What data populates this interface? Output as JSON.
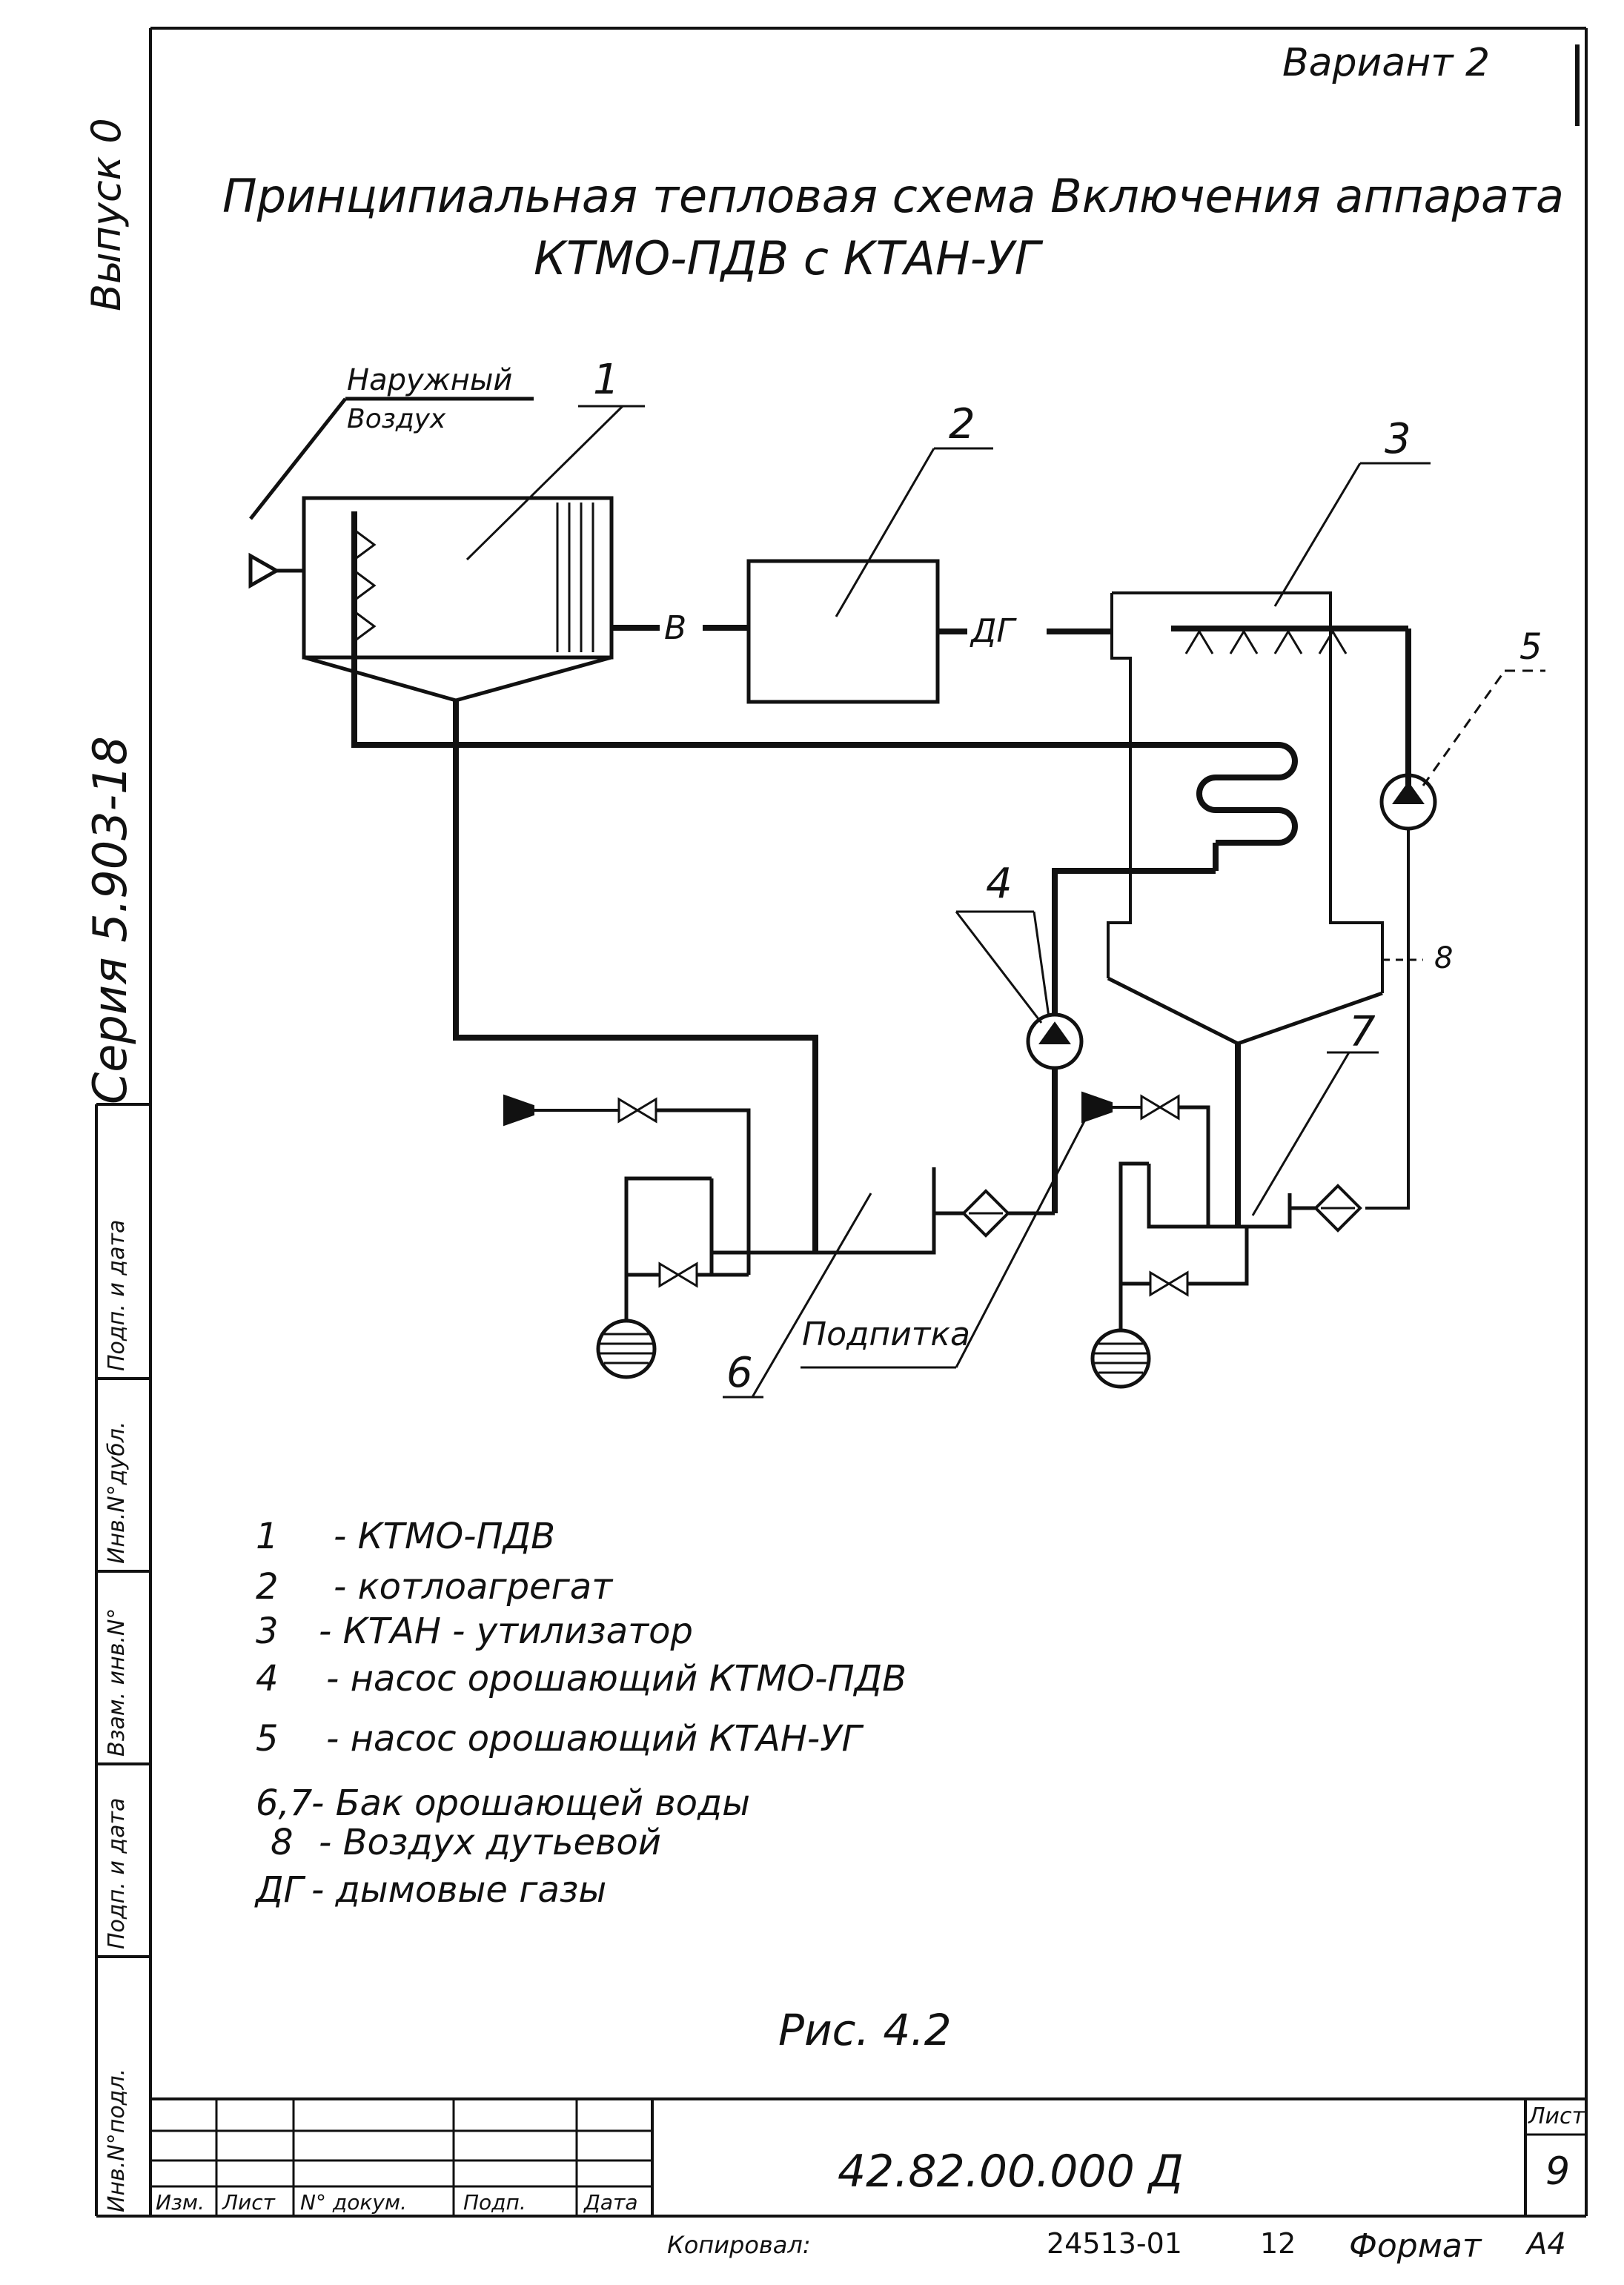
{
  "header": {
    "variant": "Вариант 2",
    "title_line1": "Принципиальная тепловая схема Включения аппарата",
    "title_line2": "КТМО-ПДВ с КТАН-УГ"
  },
  "side": {
    "issue": "Выпуск 0",
    "series": "Серия 5.903-18"
  },
  "side_table": {
    "cells": [
      "Инв.N°подл.",
      "Подп. и дата",
      "Взам. инв.N°",
      "Инв.N°дубл.",
      "Подп. и дата"
    ]
  },
  "diagram": {
    "outdoor_air": "Наружный",
    "outdoor_air2": "Воздух",
    "label_1": "1",
    "label_2": "2",
    "label_3": "3",
    "label_4": "4",
    "label_5": "5",
    "label_6": "6",
    "label_7": "7",
    "label_8": "8",
    "flow_v": "В",
    "flow_dg": "ДГ",
    "makeup": "Подпитка"
  },
  "legend": [
    {
      "key": "1",
      "text": "- КТМО-ПДВ"
    },
    {
      "key": "2",
      "text": "- котлоагрегат"
    },
    {
      "key": "3",
      "text": "- КТАН - утилизатор"
    },
    {
      "key": "4",
      "text": "- насос орошающий КТМО-ПДВ"
    },
    {
      "key": "5",
      "text": "- насос орошающий КТАН-УГ"
    },
    {
      "key": "6,7",
      "text": "- Бак орошающей воды"
    },
    {
      "key": "8",
      "text": "- Воздух дутьевой"
    },
    {
      "key": "ДГ",
      "text": "- дымовые газы"
    }
  ],
  "figure_caption": "Рис. 4.2",
  "title_block": {
    "code": "42.82.00.000 Д",
    "sheet_label": "Лист",
    "sheet_no": "9",
    "col_izm": "Изм.",
    "col_list": "Лист",
    "col_doc": "N° докум.",
    "col_sign": "Подп.",
    "col_date": "Дата"
  },
  "footer": {
    "copied": "Копировал:",
    "number": "24513-01",
    "n12": "12",
    "format": "Формат",
    "format_val": "А4"
  }
}
